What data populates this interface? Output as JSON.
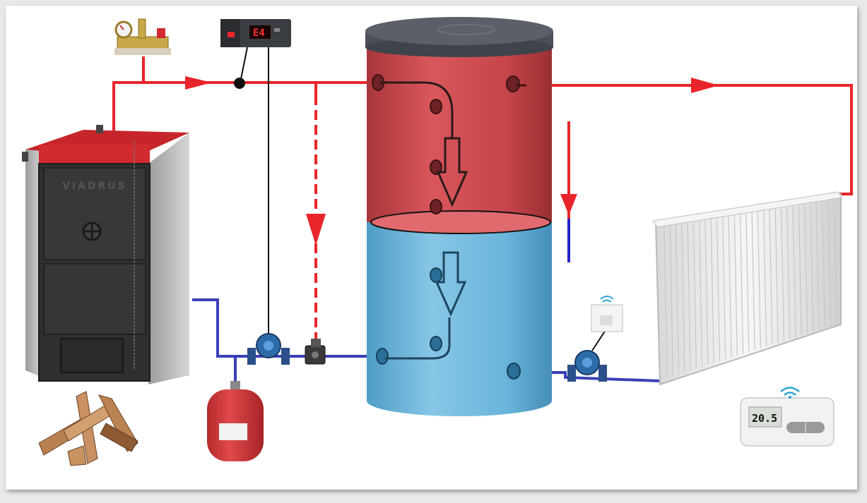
{
  "boiler": {
    "brand": "VIADRUS"
  },
  "controller": {
    "display": "E4"
  },
  "room_thermostat": {
    "display": "20.5"
  },
  "colors": {
    "hot_pipe": "#e8252a",
    "cold_pipe": "#3a3fb8",
    "tank_hot": "#c9474b",
    "tank_cold": "#68b4d8",
    "tank_lid": "#4a4f58",
    "boiler_body": "#2f2f2f",
    "boiler_top": "#d12a2f",
    "radiator": "#ececec"
  },
  "icons": [
    "fire-wood-icon",
    "wifi-icon",
    "pressure-gauge-icon",
    "pump-icon",
    "three-way-valve-icon",
    "flow-arrow-icon"
  ]
}
